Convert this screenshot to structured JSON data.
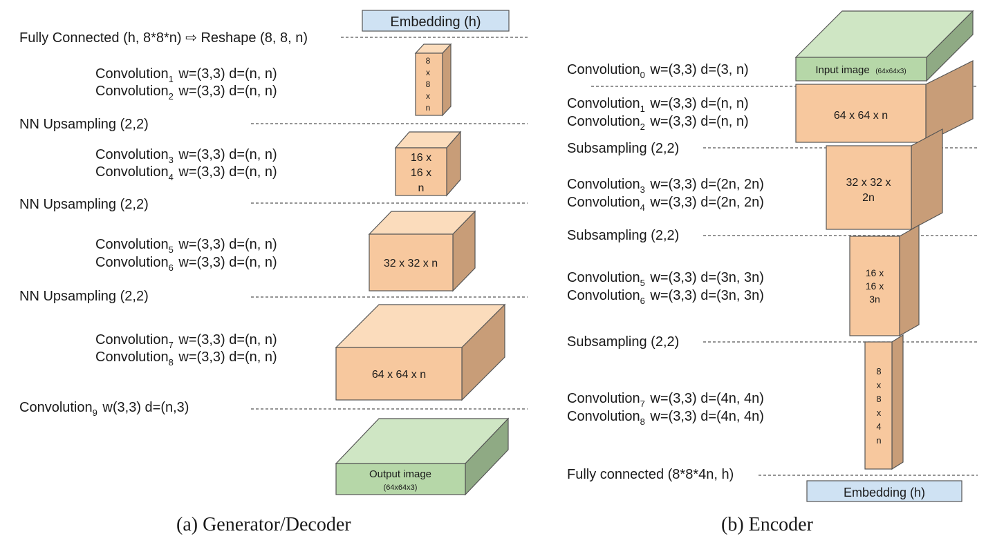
{
  "decoder": {
    "embedding": "Embedding (h)",
    "fc": "Fully Connected (h, 8*8*n) ⇨ Reshape (8, 8, n)",
    "conv1": {
      "name": "Convolution",
      "sub": "1",
      "rest": " w=(3,3) d=(n, n)"
    },
    "conv2": {
      "name": "Convolution",
      "sub": "2",
      "rest": " w=(3,3) d=(n, n)"
    },
    "up1": "NN Upsampling (2,2)",
    "conv3": {
      "name": "Convolution",
      "sub": "3",
      "rest": " w=(3,3) d=(n, n)"
    },
    "conv4": {
      "name": "Convolution",
      "sub": "4",
      "rest": " w=(3,3) d=(n, n)"
    },
    "up2": "NN Upsampling (2,2)",
    "conv5": {
      "name": "Convolution",
      "sub": "5",
      "rest": " w=(3,3) d=(n, n)"
    },
    "conv6": {
      "name": "Convolution",
      "sub": "6",
      "rest": " w=(3,3) d=(n, n)"
    },
    "up3": "NN Upsampling (2,2)",
    "conv7": {
      "name": "Convolution",
      "sub": "7",
      "rest": " w=(3,3) d=(n, n)"
    },
    "conv8": {
      "name": "Convolution",
      "sub": "8",
      "rest": " w=(3,3) d=(n, n)"
    },
    "conv9": {
      "name": "Convolution",
      "sub": "9",
      "rest": " w(3,3) d=(n,3)"
    },
    "box1": [
      "8",
      "x",
      "8",
      "x",
      "n"
    ],
    "box2": [
      "16 x",
      "16 x",
      "n"
    ],
    "box3": "32 x 32 x n",
    "box4": "64 x 64 x n",
    "output1": "Output image",
    "output2": "(64x64x3)",
    "caption": "(a) Generator/Decoder"
  },
  "encoder": {
    "conv0": {
      "name": "Convolution",
      "sub": "0",
      "rest": " w=(3,3) d=(3, n)"
    },
    "input1": "Input image",
    "input2": "(64x64x3)",
    "conv1": {
      "name": "Convolution",
      "sub": "1",
      "rest": " w=(3,3) d=(n, n)"
    },
    "conv2": {
      "name": "Convolution",
      "sub": "2",
      "rest": " w=(3,3) d=(n, n)"
    },
    "sub1": "Subsampling (2,2)",
    "conv3": {
      "name": "Convolution",
      "sub": "3",
      "rest": " w=(3,3) d=(2n, 2n)"
    },
    "conv4": {
      "name": "Convolution",
      "sub": "4",
      "rest": " w=(3,3) d=(2n, 2n)"
    },
    "sub2": "Subsampling (2,2)",
    "conv5": {
      "name": "Convolution",
      "sub": "5",
      "rest": " w=(3,3) d=(3n, 3n)"
    },
    "conv6": {
      "name": "Convolution",
      "sub": "6",
      "rest": " w=(3,3) d=(3n, 3n)"
    },
    "sub3": "Subsampling (2,2)",
    "conv7": {
      "name": "Convolution",
      "sub": "7",
      "rest": " w=(3,3) d=(4n, 4n)"
    },
    "conv8": {
      "name": "Convolution",
      "sub": "8",
      "rest": " w=(3,3) d=(4n, 4n)"
    },
    "fc": "Fully connected (8*8*4n, h)",
    "embedding": "Embedding (h)",
    "box1": "64 x 64 x n",
    "box2": [
      "32 x 32 x",
      "2n"
    ],
    "box3": [
      "16 x",
      "16 x",
      "3n"
    ],
    "box4": [
      "8",
      "x",
      "8",
      "x",
      "4",
      "n"
    ],
    "caption": "(b) Encoder"
  }
}
